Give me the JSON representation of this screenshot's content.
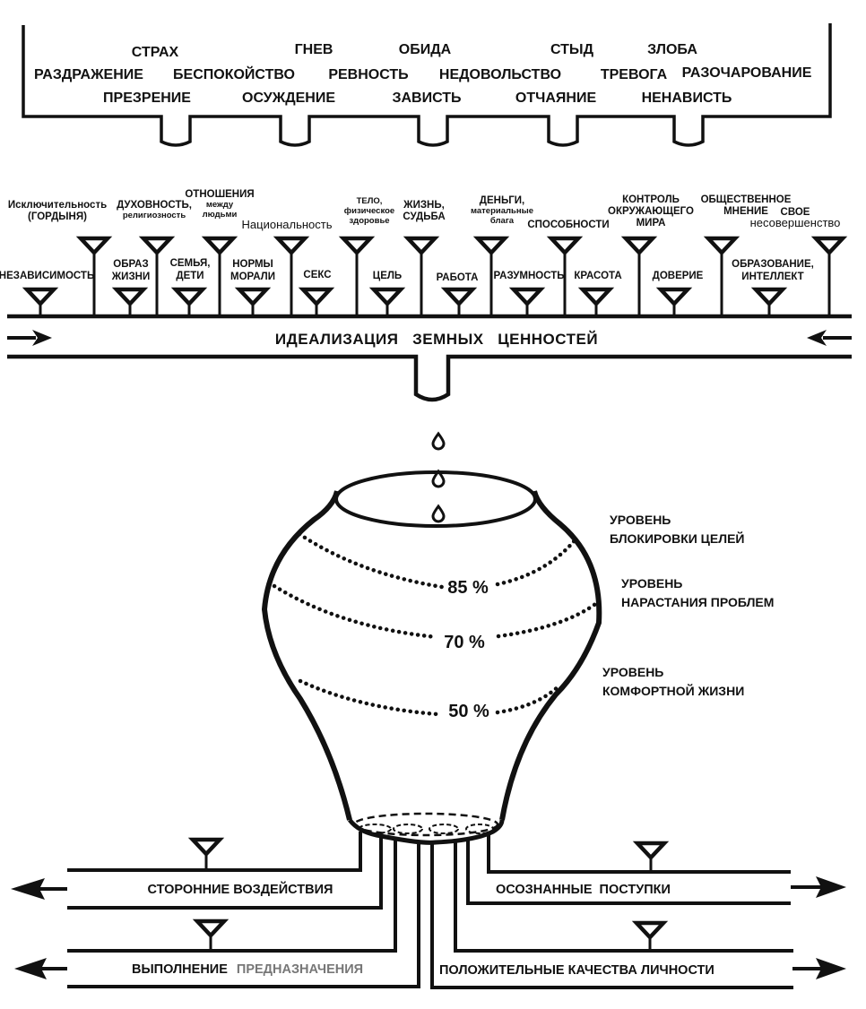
{
  "emotions": {
    "row1": [
      "СТРАХ",
      "ГНЕВ",
      "ОБИДА",
      "СТЫД",
      "ЗЛОБА"
    ],
    "row2": [
      "РАЗДРАЖЕНИЕ",
      "БЕСПОКОЙСТВО",
      "РЕВНОСТЬ",
      "НЕДОВОЛЬСТВО",
      "ТРЕВОГА",
      "РАЗОЧАРОВАНИЕ"
    ],
    "row3": [
      "ПРЕЗРЕНИЕ",
      "ОСУЖДЕНИЕ",
      "ЗАВИСТЬ",
      "ОТЧАЯНИЕ",
      "НЕНАВИСТЬ"
    ]
  },
  "values": {
    "tall": [
      {
        "lines": [
          "Исключительность",
          "(ГОРДЫНЯ)"
        ]
      },
      {
        "lines": [
          "ДУХОВНОСТЬ,",
          "религиозность"
        ]
      },
      {
        "lines": [
          "ОТНОШЕНИЯ",
          "между",
          "людьми"
        ]
      },
      {
        "lines": [
          "Национальность"
        ]
      },
      {
        "lines": [
          "ТЕЛО,",
          "физическое",
          "здоровье"
        ]
      },
      {
        "lines": [
          "ЖИЗНЬ,",
          "СУДЬБА"
        ]
      },
      {
        "lines": [
          "ДЕНЬГИ,",
          "материальные",
          "блага"
        ]
      },
      {
        "lines": [
          "СПОСОБНОСТИ"
        ]
      },
      {
        "lines": [
          "КОНТРОЛЬ",
          "ОКРУЖАЮЩЕГО",
          "МИРА"
        ]
      },
      {
        "lines": [
          "ОБЩЕСТВЕННОЕ",
          "МНЕНИЕ"
        ]
      },
      {
        "lines": [
          "СВОЕ",
          "несовершенство"
        ]
      }
    ],
    "short": [
      {
        "lines": [
          "НЕЗАВИСИМОСТЬ"
        ]
      },
      {
        "lines": [
          "ОБРАЗ",
          "ЖИЗНИ"
        ]
      },
      {
        "lines": [
          "СЕМЬЯ,",
          "ДЕТИ"
        ]
      },
      {
        "lines": [
          "НОРМЫ",
          "МОРАЛИ"
        ]
      },
      {
        "lines": [
          "СЕКС"
        ]
      },
      {
        "lines": [
          "ЦЕЛЬ"
        ]
      },
      {
        "lines": [
          "РАБОТА"
        ]
      },
      {
        "lines": [
          "РАЗУМНОСТЬ"
        ]
      },
      {
        "lines": [
          "КРАСОТА"
        ]
      },
      {
        "lines": [
          "ДОВЕРИЕ"
        ]
      },
      {
        "lines": [
          "ОБРАЗОВАНИЕ,",
          "ИНТЕЛЛЕКТ"
        ]
      }
    ]
  },
  "band_title": "ИДЕАЛИЗАЦИЯ   ЗЕМНЫХ   ЦЕННОСТЕЙ",
  "vessel": {
    "levels": [
      {
        "percent": "85 %",
        "label_line1": "УРОВЕНЬ",
        "label_line2": "БЛОКИРОВКИ ЦЕЛЕЙ"
      },
      {
        "percent": "70 %",
        "label_line1": "УРОВЕНЬ",
        "label_line2": "НАРАСТАНИЯ ПРОБЛЕМ"
      },
      {
        "percent": "50 %",
        "label_line1": "УРОВЕНЬ",
        "label_line2": "КОМФОРТНОЙ ЖИЗНИ"
      }
    ]
  },
  "outputs": {
    "left_top": "СТОРОННИЕ ВОЗДЕЙСТВИЯ",
    "left_bottom_a": "ВЫПОЛНЕНИЕ",
    "left_bottom_b": "ПРЕДНАЗНАЧЕНИЯ",
    "right_top": "ОСОЗНАННЫЕ  ПОСТУПКИ",
    "right_bottom": "ПОЛОЖИТЕЛЬНЫЕ КАЧЕСТВА ЛИЧНОСТИ"
  }
}
